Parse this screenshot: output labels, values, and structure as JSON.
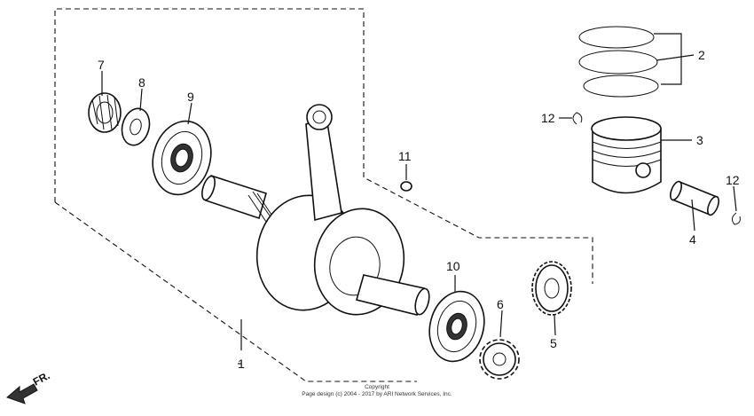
{
  "callouts": {
    "c1": "1",
    "c2": "2",
    "c3": "3",
    "c4": "4",
    "c5": "5",
    "c6": "6",
    "c7": "7",
    "c8": "8",
    "c9": "9",
    "c10": "10",
    "c11": "11",
    "c12a": "12",
    "c12b": "12"
  },
  "direction_label": "FR.",
  "copyright": {
    "line1": "Copyright",
    "line2": "Page design (c) 2004 - 2017 by ARI Network Services, Inc."
  }
}
